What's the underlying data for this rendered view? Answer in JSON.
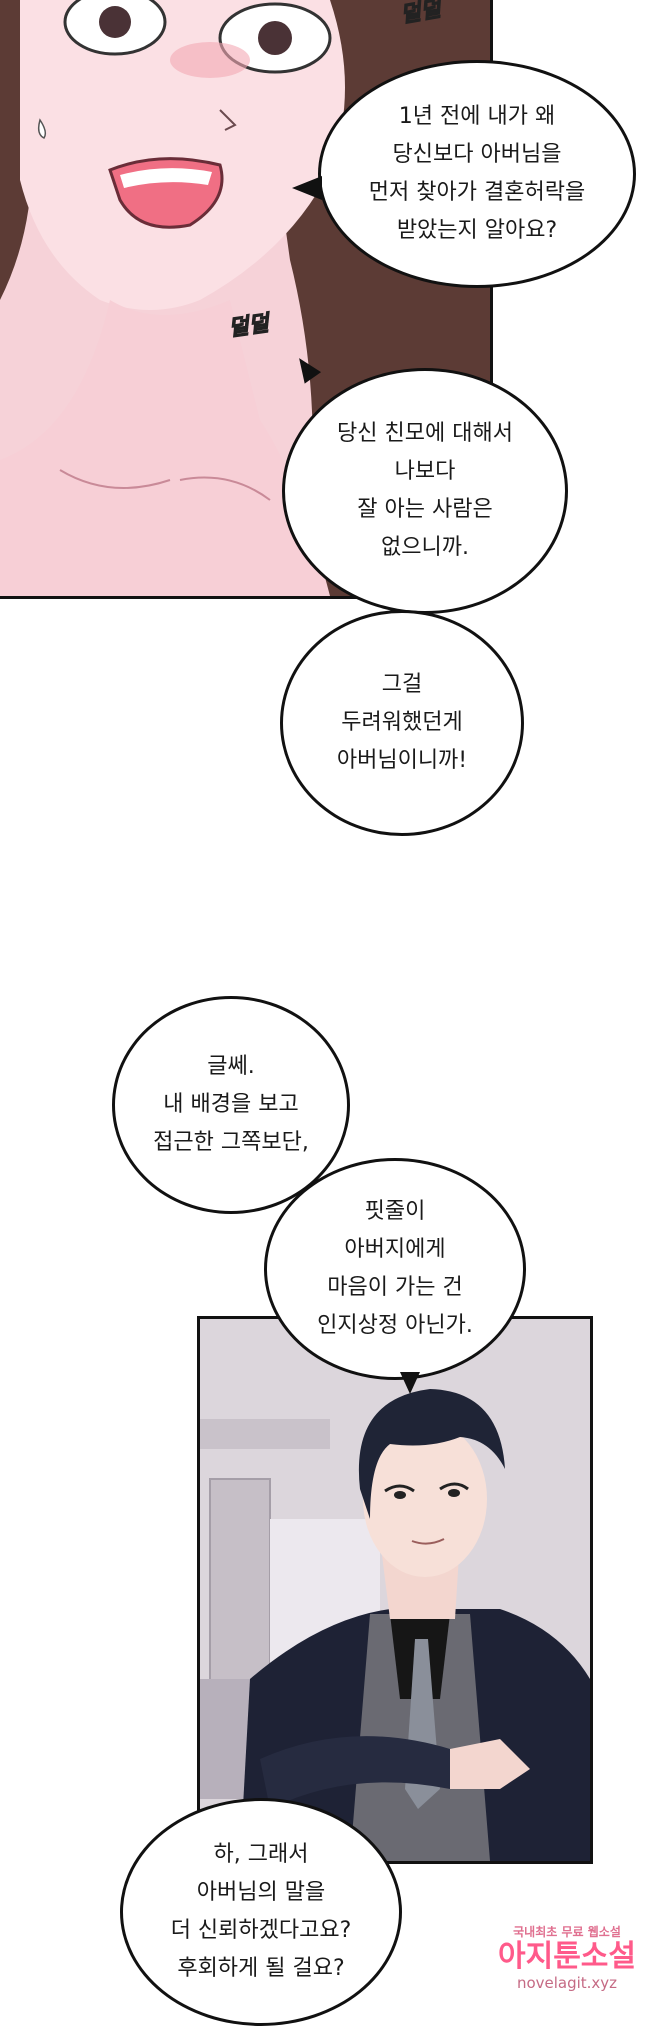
{
  "sfx": {
    "top": "덜덜",
    "neck": "덜덜"
  },
  "bubbles": [
    {
      "text": "1년 전에 내가 왜\n당신보다 아버님을\n먼저 찾아가 결혼허락을\n받았는지 알아요?"
    },
    {
      "text": "당신 친모에 대해서\n나보다\n잘 아는 사람은\n없으니까."
    },
    {
      "text": "그걸\n두려워했던게\n아버님이니까!"
    },
    {
      "text": "글쎄.\n내 배경을 보고\n접근한 그쪽보단,"
    },
    {
      "text": "핏줄이\n아버지에게\n마음이 가는 건\n인지상정 아닌가."
    },
    {
      "text": "하, 그래서\n아버님의 말을\n더 신뢰하겠다고요?\n후회하게 될 걸요?"
    }
  ],
  "watermark": {
    "line1": "국내최초 무료 웹소설",
    "line2": "아지툰소설",
    "line3": "novelagit.xyz"
  },
  "colors": {
    "skin": "#f7d3d9",
    "hair": "#5a3a34",
    "suit": "#1e2235",
    "room": "#dcd6dc"
  }
}
